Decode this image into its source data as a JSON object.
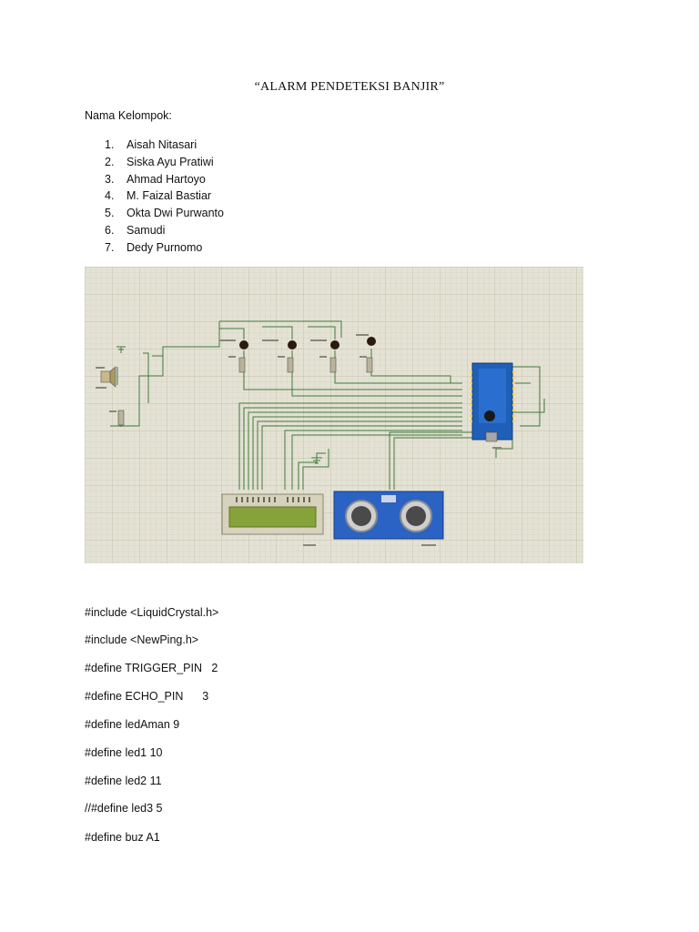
{
  "document": {
    "title": "“ALARM PENDETEKSI BANJIR”",
    "group_label": "Nama Kelompok:",
    "members": [
      {
        "num": "1.",
        "name": "Aisah Nitasari"
      },
      {
        "num": "2.",
        "name": "Siska Ayu Pratiwi"
      },
      {
        "num": "3.",
        "name": "Ahmad Hartoyo"
      },
      {
        "num": "4.",
        "name": "M. Faizal Bastiar"
      },
      {
        "num": "5.",
        "name": "Okta Dwi Purwanto"
      },
      {
        "num": "6.",
        "name": "Samudi"
      },
      {
        "num": "7.",
        "name": "Dedy Purnomo"
      }
    ],
    "code_lines": [
      "#include <LiquidCrystal.h>",
      "#include <NewPing.h>",
      "#define TRIGGER_PIN   2",
      "#define ECHO_PIN      3",
      "#define ledAman 9",
      "#define led1 10",
      "#define led2 11",
      "//#define led3 5",
      "#define buz A1"
    ]
  },
  "schematic": {
    "background_color": "#e4e2d4",
    "grid_color": "#c9c6b3",
    "wire_color": "#3f7a3a",
    "arduino_color": "#1f5fb8",
    "lcd_screen_color": "#86a23a",
    "sensor_color": "#2a63c4",
    "icons": [
      "arduino-nano-icon",
      "lcd-display-icon",
      "ultrasonic-sensor-icon",
      "led-icon",
      "resistor-icon",
      "buzzer-icon",
      "ground-icon"
    ]
  }
}
